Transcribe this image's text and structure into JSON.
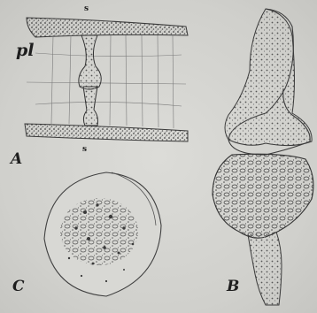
{
  "plate": {
    "labels": {
      "fig_a": "A",
      "fig_b": "B",
      "fig_c": "C",
      "pl": "pl",
      "s_top": "s",
      "s_bottom": "s"
    }
  }
}
